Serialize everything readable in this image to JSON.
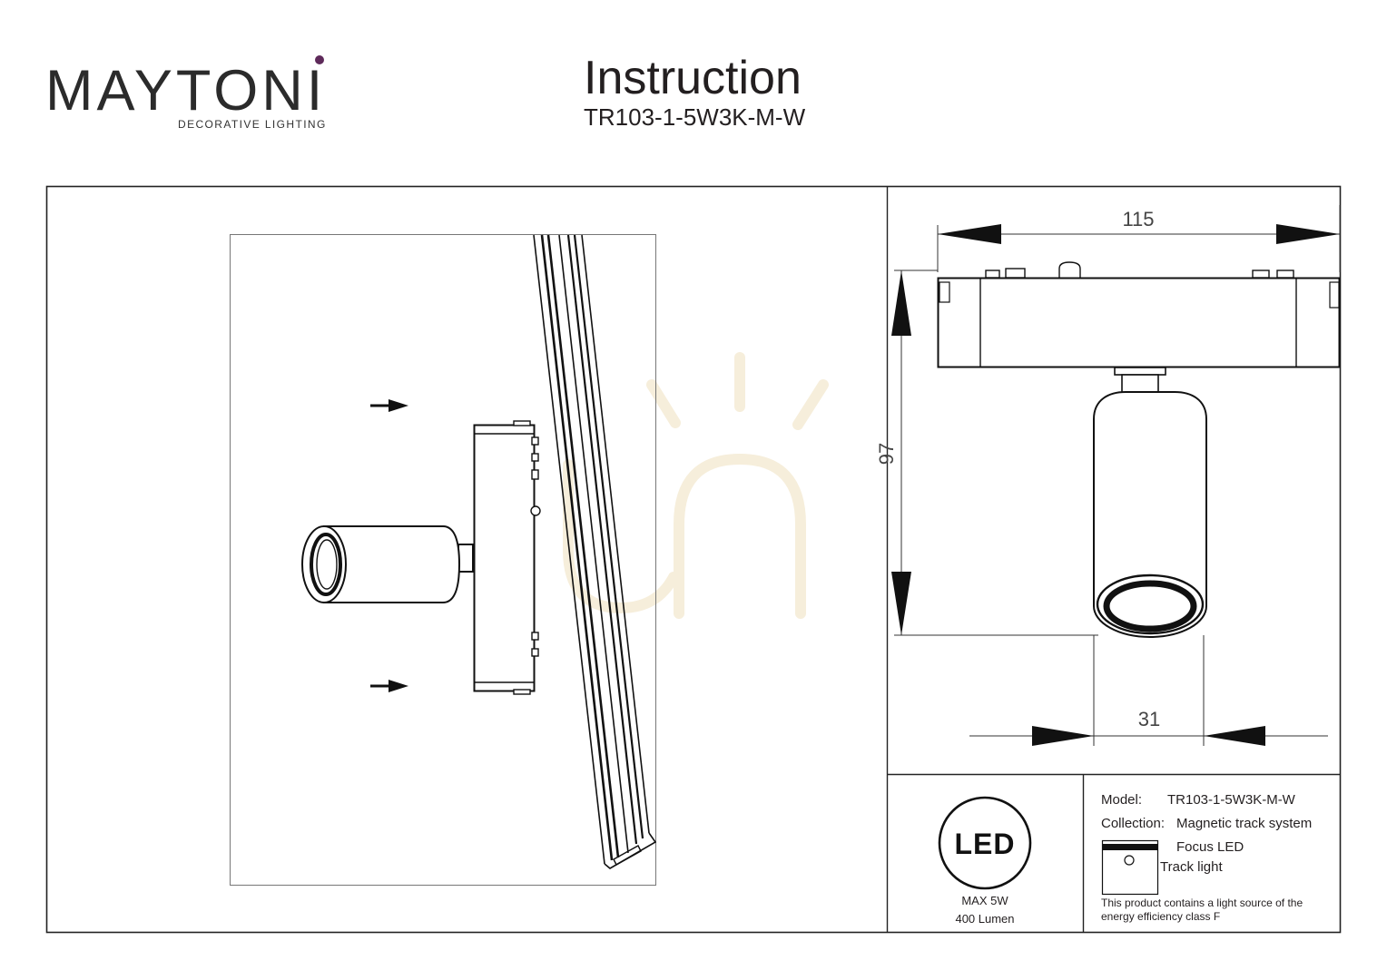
{
  "logo": {
    "name": "MAYTONI",
    "tagline": "DECORATIVE LIGHTING",
    "accent_color": "#5e2a5a"
  },
  "header": {
    "title": "Instruction",
    "model": "TR103-1-5W3K-M-W"
  },
  "dimensions": {
    "width": "115",
    "height": "97",
    "diameter": "31"
  },
  "info": {
    "led_badge": "LED",
    "power": "MAX 5W",
    "luminous_flux": "400 Lumen",
    "model_label": "Model:",
    "model_value": "TR103-1-5W3K-M-W",
    "collection_label": "Collection:",
    "collection_value": "Magnetic track system",
    "series": "Focus LED",
    "product_type": "Track light",
    "energy_note_line1": "This product contains a light source of the",
    "energy_note_line2": "energy efficiency class F"
  },
  "icons": {
    "product_type_icon": "track-light-icon",
    "led_icon": "led-badge-icon"
  }
}
